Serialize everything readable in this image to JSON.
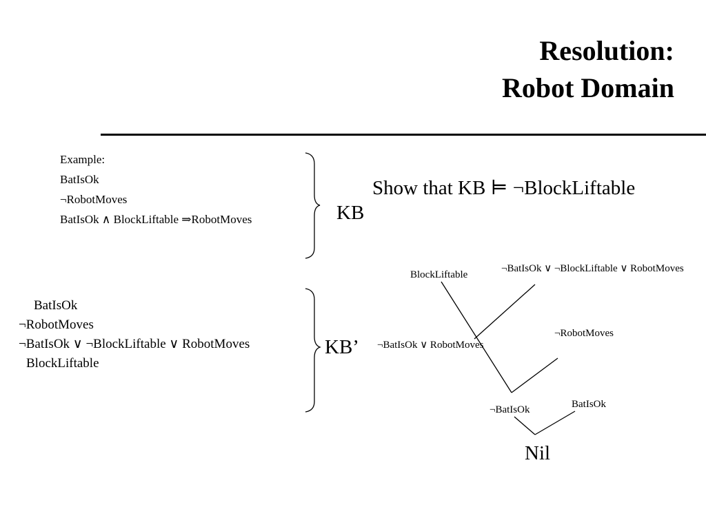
{
  "title": {
    "line1": "Resolution:",
    "line2": "Robot Domain"
  },
  "example": {
    "lines": [
      "Example:",
      "BatIsOk",
      "¬RobotMoves",
      "BatIsOk ∧ BlockLiftable ⇒RobotMoves"
    ],
    "brace_label": "KB"
  },
  "goal": {
    "text": "Show that KB ⊨  ¬BlockLiftable"
  },
  "kb_prime": {
    "lines": [
      "BatIsOk",
      "¬RobotMoves",
      "¬BatIsOk ∨ ¬BlockLiftable ∨ RobotMoves",
      "BlockLiftable"
    ],
    "brace_label": "KB’"
  },
  "resolution_tree": {
    "nodes": {
      "block_liftable": "BlockLiftable",
      "clause3": "¬BatIsOk ∨ ¬BlockLiftable ∨ RobotMoves",
      "robot_moves": "¬RobotMoves",
      "batok_or_rm": "¬BatIsOk ∨ RobotMoves",
      "not_batisok": "¬BatIsOk",
      "batisok": "BatIsOk",
      "nil": "Nil"
    }
  }
}
